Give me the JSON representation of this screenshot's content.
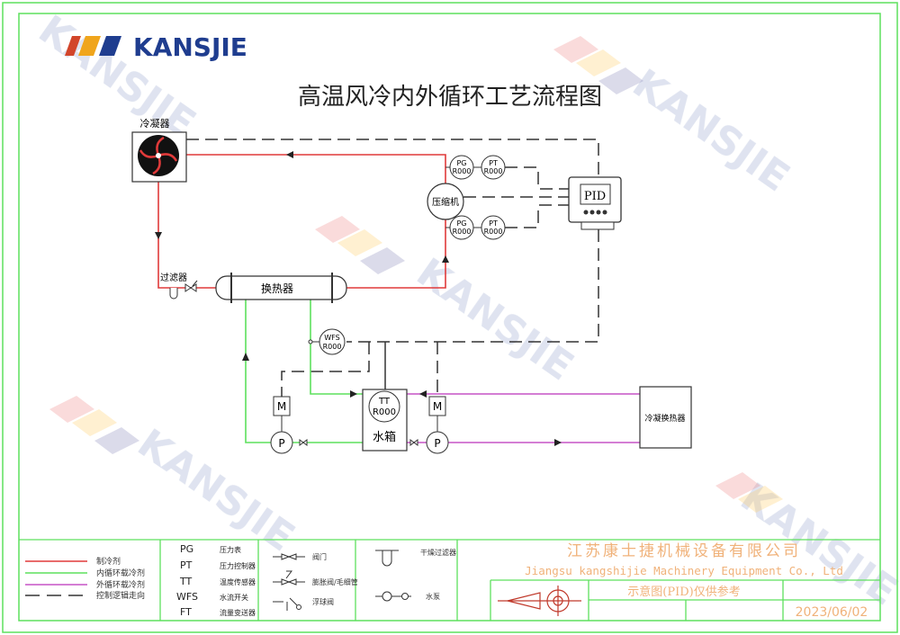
{
  "brand": {
    "name": "KANSJIE",
    "colors": {
      "stripe1": "#d2452a",
      "stripe2": "#f0a51c",
      "stripe3": "#1f3d8f",
      "text": "#1f3d8f"
    }
  },
  "watermark": "KANSJIE",
  "title": "高温风冷内外循环工艺流程图",
  "components": {
    "condenser": "冷凝器",
    "compressor": "压缩机",
    "filter": "过滤器",
    "heat_exchanger": "换热器",
    "pid": "PID",
    "water_tank": "水箱",
    "condensing_heat_exchanger": "冷凝换热器",
    "motor": "M",
    "pump": "P",
    "instruments": {
      "pg_top": {
        "tag": "PG",
        "num": "R000"
      },
      "pt_top": {
        "tag": "PT",
        "num": "R000"
      },
      "pg_bottom": {
        "tag": "PG",
        "num": "R000"
      },
      "pt_bottom": {
        "tag": "PT",
        "num": "R000"
      },
      "wfs": {
        "tag": "WFS",
        "num": "R000"
      },
      "tt": {
        "tag": "TT",
        "num": "R000"
      }
    }
  },
  "colors": {
    "refrigerant": "#e03a3a",
    "inner_loop": "#5de05d",
    "outer_loop": "#c653c6",
    "control": "#333333",
    "frame": "#5de05d",
    "company": "#f0b27a"
  },
  "legend": {
    "lines": [
      "制冷剂",
      "内循环载冷剂",
      "外循环载冷剂",
      "控制逻辑走向"
    ],
    "abbreviations": [
      {
        "code": "PG",
        "desc": "压力表"
      },
      {
        "code": "PT",
        "desc": "压力控制器"
      },
      {
        "code": "TT",
        "desc": "温度传感器"
      },
      {
        "code": "WFS",
        "desc": "水流开关"
      },
      {
        "code": "FT",
        "desc": "流量变送器"
      }
    ],
    "symbols_a": [
      "阀门",
      "膨胀阀/毛细管",
      "浮球阀"
    ],
    "symbols_b": [
      "干燥过滤器",
      "水泵"
    ]
  },
  "title_block": {
    "company_cn": "江苏康士捷机械设备有限公司",
    "company_en": "Jiangsu kangshijie Machinery Equipment Co., Ltd",
    "note": "示意图(PID)仅供参考",
    "date": "2023/06/02"
  }
}
